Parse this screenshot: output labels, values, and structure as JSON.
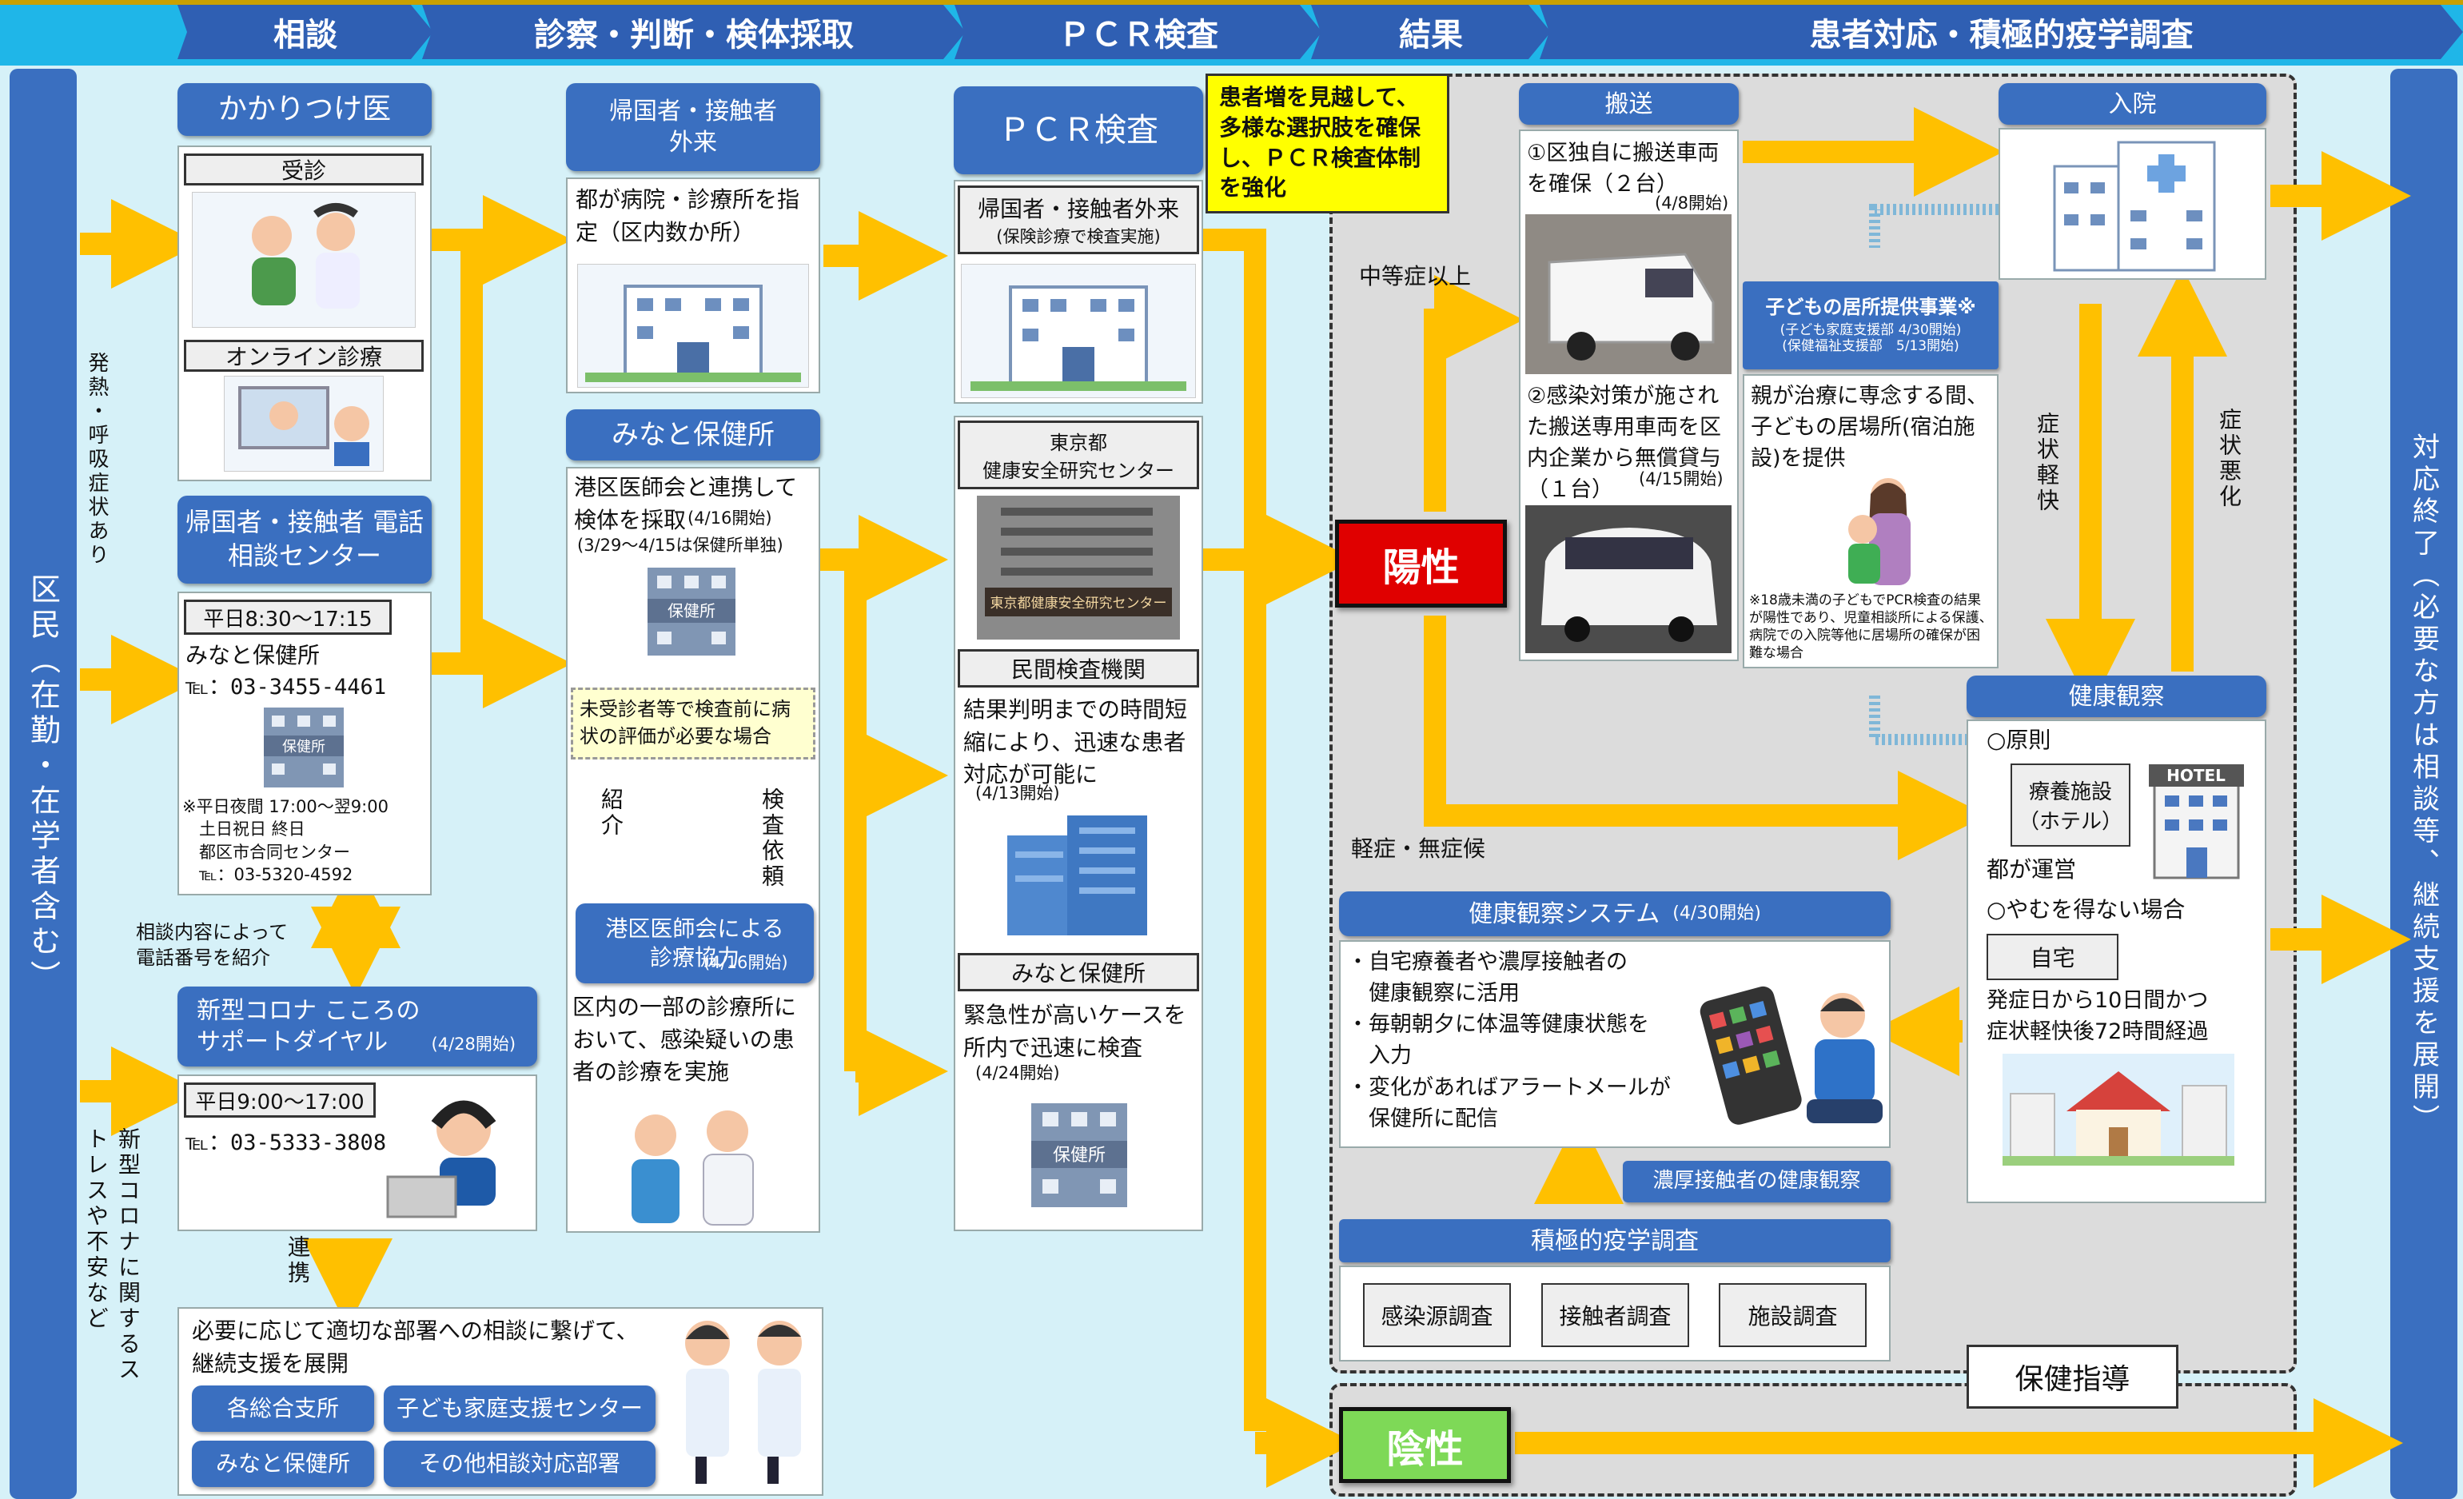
{
  "colors": {
    "arrow": "#ffc000",
    "header": "#2f5fb3",
    "box": "#3a6fc0",
    "positive": "#e00000",
    "negative": "#7ed957",
    "note": "#ffff00",
    "gray_panel": "#dcdcdc"
  },
  "steps": [
    "相談",
    "診察・判断・検体採取",
    "ＰＣＲ検査",
    "結果",
    "患者対応・積極的疫学調査"
  ],
  "left_label": "区民（在勤・在学者含む）",
  "right_label": "対応終了（必要な方は相談等、継続支援を展開）",
  "symptom_label": "発熱・呼吸症状あり",
  "stress_label": "新型コロナに関するストレスや不安など",
  "col1": {
    "kakaritsuke": "かかりつけ医",
    "jushin": "受診",
    "online": "オンライン診療",
    "kikoku_center": "帰国者・接触者\n電話相談センター",
    "hours1": "平日8:30～17:15",
    "minato_name": "みなと保健所",
    "phone1": "℡：03-3455-4461",
    "hokenjo_sign": "保健所",
    "night_note": "※平日夜間 17:00～翌9:00\n　土日祝日 終日\n　都区市合同センター\n　℡：03-5320-4592",
    "soudan_note": "相談内容によって\n電話番号を紹介",
    "kokoro": "新型コロナ こころの\nサポートダイヤル",
    "kokoro_date": "(4/28開始)",
    "hours2": "平日9:00～17:00",
    "phone2": "℡：03-5333-3808",
    "renkei": "連携",
    "support_text": "必要に応じて適切な部署への相談に繋げて、\n継続支援を展開",
    "dept": [
      "各総合支所",
      "子ども家庭支援センター",
      "みなと保健所",
      "その他相談対応部署"
    ]
  },
  "col2": {
    "kikoku_gairai": "帰国者・接触者\n外来",
    "hospital_text": "都が病院・診療所を指定（区内数か所）",
    "minato_hokenjo": "みなと保健所",
    "ishikai_text": "港区医師会と連携して検体を採取",
    "ishikai_date": "(4/16開始)",
    "ishikai_note": "(3/29～4/15は保健所単独)",
    "hokenjo_sign": "保健所",
    "yellow_note": "未受診者等で検査前に病状の評価が必要な場合",
    "shokai": "紹介",
    "kensa_irai": "検査依頼",
    "ishikai_box": "港区医師会による\n診療協力",
    "ishikai_box_date": "(4/16開始)",
    "ishikai_box_text": "区内の一部の診療所において、感染疑いの患者の診療を実施"
  },
  "col3": {
    "pcr": "ＰＣＲ検査",
    "note_text": "患者増を見越して、多様な選択肢を確保し、ＰＣＲ検査体制を強化",
    "gairai": "帰国者・接触者外来",
    "gairai_sub": "(保険診療で検査実施)",
    "tokyo": "東京都\n健康安全研究センター",
    "building_sign": "東京都健康安全研究センター",
    "minkan": "民間検査機関",
    "minkan_text": "結果判明までの時間短縮により、迅速な患者対応が可能に",
    "minkan_date": "(4/13開始)",
    "minato": "みなと保健所",
    "minato_text": "緊急性が高いケースを所内で迅速に検査",
    "minato_date": "(4/24開始)",
    "hokenjo_sign": "保健所"
  },
  "col4": {
    "positive": "陽性",
    "negative": "陰性",
    "chutoushou": "中等症以上",
    "keishou": "軽症・無症候"
  },
  "col5": {
    "hansou": "搬送",
    "hansou1": "①区独自に搬送車両を確保（２台）",
    "hansou1_date": "(4/8開始)",
    "hansou2": "②感染対策が施された搬送専用車両を区内企業から無償貸与（１台）",
    "hansou2_date": "(4/15開始)",
    "nyuin": "入院",
    "kodomo": "子どもの居所提供事業※",
    "kodomo_sub": "(子ども家庭支援部 4/30開始)\n(保健福祉支援部　5/13開始)",
    "kodomo_text": "親が治療に専念する間、子どもの居場所(宿泊施設)を提供",
    "kodomo_note": "※18歳未満の子どもでPCR検査の結果が陽性であり、児童相談所による保護、病院での入院等他に居場所の確保が困難な場合",
    "shoujou_keikai": "症状軽快",
    "shoujou_akka": "症状悪化",
    "kenkou": "健康観察",
    "gensoku": "○原則",
    "ryouyou": "療養施設\n（ホテル）",
    "hotel_sign": "HOTEL",
    "tonounei": "都が運営",
    "yamuwo": "○やむを得ない場合",
    "jitaku": "自宅",
    "kikan": "発症日から10日間かつ\n症状軽快後72時間経過",
    "system": "健康観察システム",
    "system_date": "(4/30開始)",
    "system_text": "・自宅療養者や濃厚接触者の\n　健康観察に活用\n・毎朝朝夕に体温等健康状態を\n　入力\n・変化があればアラートメールが\n　保健所に配信",
    "noukou": "濃厚接触者の健康観察",
    "sekkyoku": "積極的疫学調査",
    "chousa": [
      "感染源調査",
      "接触者調査",
      "施設調査"
    ],
    "hoken_shidou": "保健指導"
  }
}
